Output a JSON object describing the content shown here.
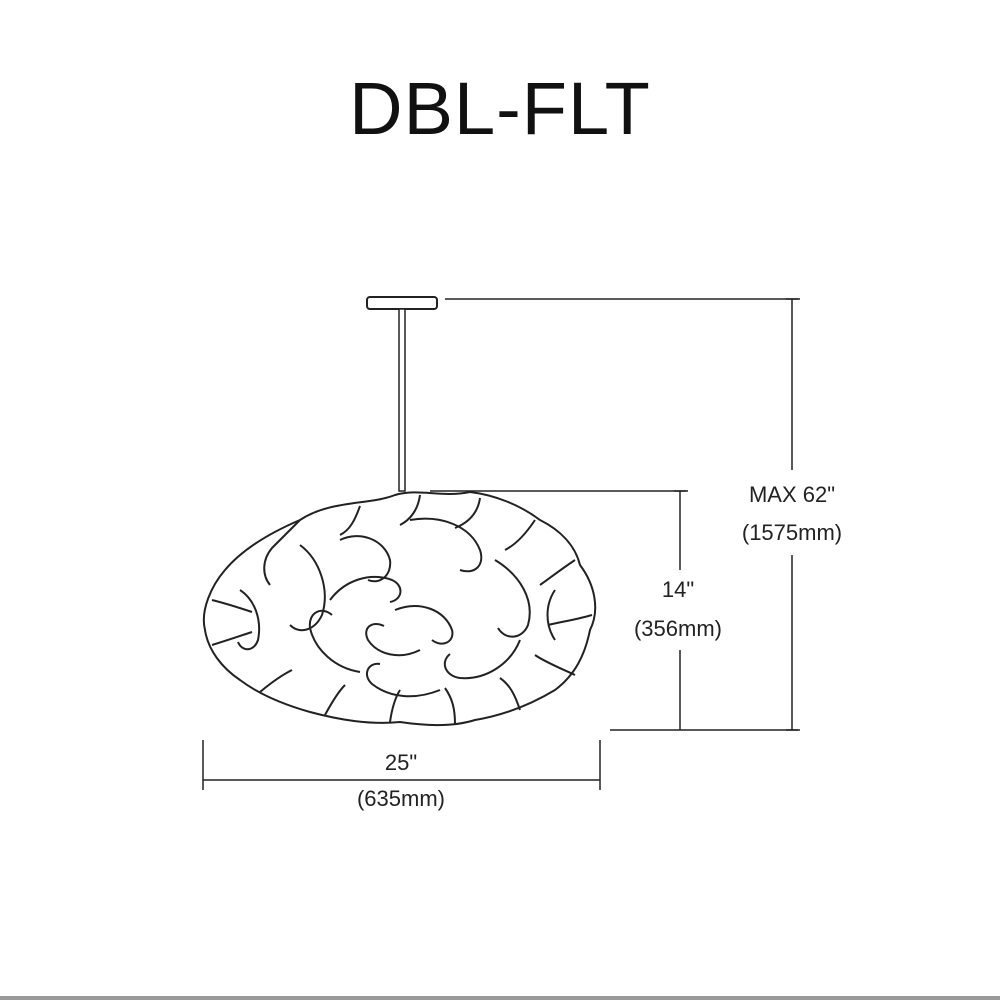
{
  "title": "DBL-FLT",
  "dimensions": {
    "overall_height": {
      "imperial": "MAX 62\"",
      "metric": "(1575mm)"
    },
    "shade_height": {
      "imperial": "14\"",
      "metric": "(356mm)"
    },
    "shade_width": {
      "imperial": "25\"",
      "metric": "(635mm)"
    }
  },
  "colors": {
    "line": "#222222",
    "background": "#ffffff"
  }
}
